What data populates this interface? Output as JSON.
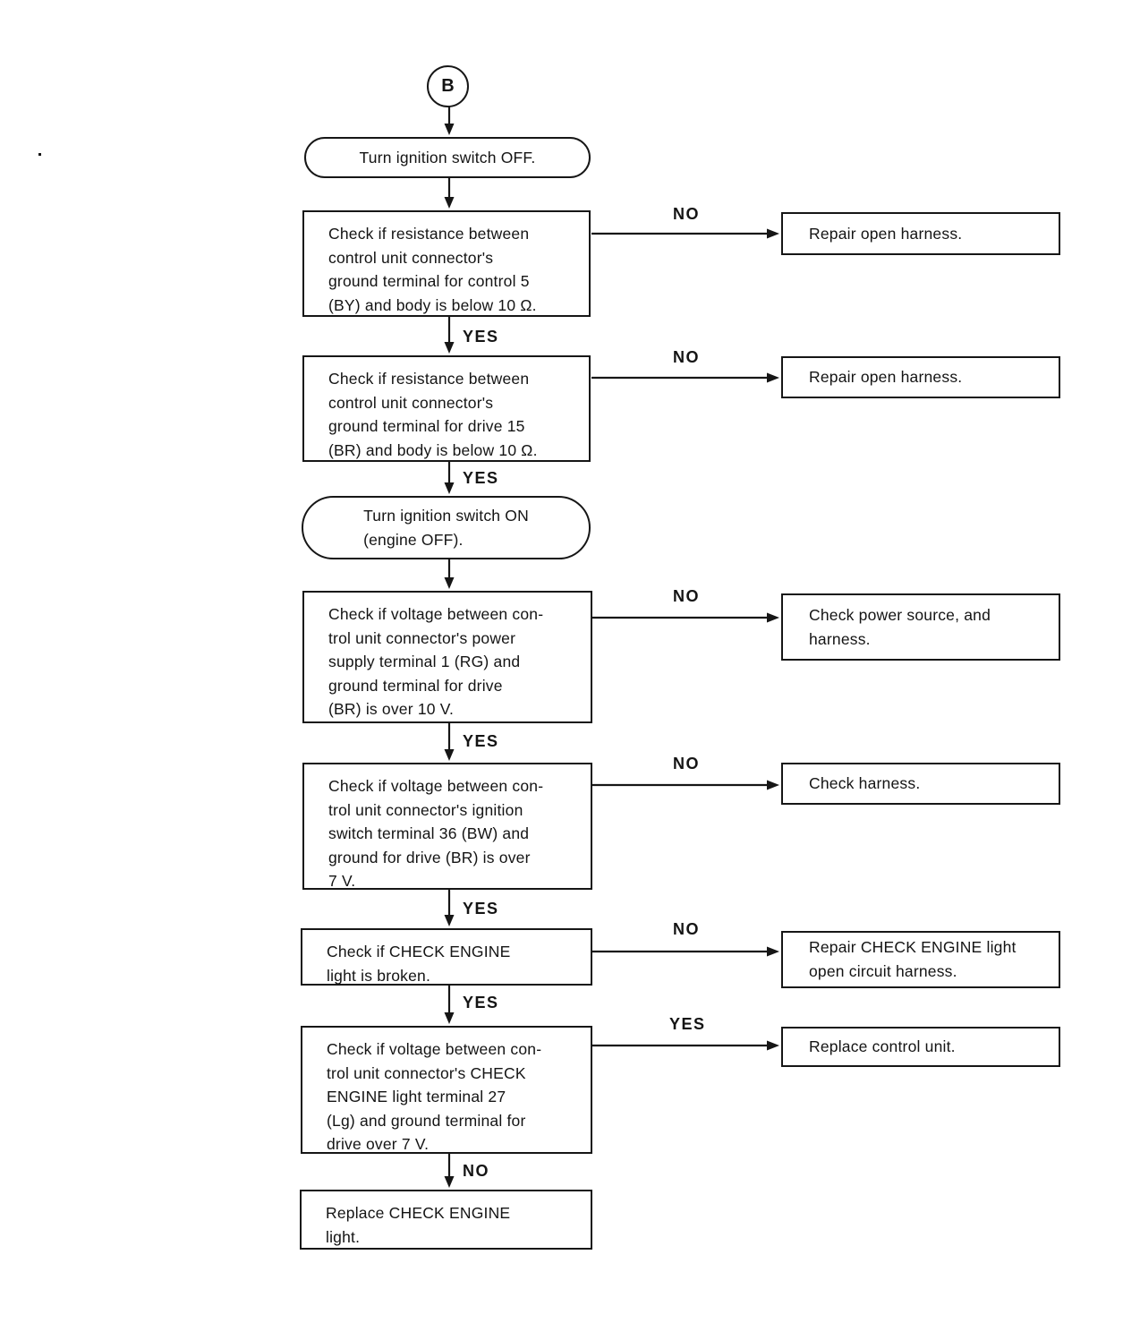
{
  "page": {
    "paper_color": "#ffffff",
    "ink_color": "#161616",
    "description": "Service-manual troubleshooting flowchart for CHECK ENGINE light circuit"
  },
  "edge_labels": {
    "yes": "YES",
    "no": "NO"
  },
  "flowchart": {
    "connector_b": {
      "label": "B"
    },
    "start_off": {
      "text": "Turn ignition switch OFF."
    },
    "check1": {
      "text": "Check if resistance between\ncontrol unit connector's\nground terminal for control 5\n(BY) and body is below 10 Ω."
    },
    "branch1": {
      "text": "Repair open harness."
    },
    "check2": {
      "text": "Check if resistance between\ncontrol unit connector's\nground terminal for drive 15\n(BR) and body is below 10 Ω."
    },
    "branch2": {
      "text": "Repair open harness."
    },
    "start_on": {
      "text": "Turn ignition switch ON\n(engine OFF)."
    },
    "check3": {
      "text": "Check if voltage between con-\ntrol unit connector's power\nsupply terminal 1 (RG) and\nground terminal for drive\n(BR) is over 10 V."
    },
    "branch3": {
      "text": "Check power source, and\nharness."
    },
    "check4": {
      "text": "Check if voltage between con-\ntrol unit connector's ignition\nswitch terminal 36 (BW) and\nground for drive (BR) is over\n7 V."
    },
    "branch4": {
      "text": "Check harness."
    },
    "check5": {
      "text": "Check if CHECK ENGINE\nlight is broken."
    },
    "branch5": {
      "text": "Repair CHECK ENGINE light\nopen circuit harness."
    },
    "check6": {
      "text": "Check if voltage between con-\ntrol unit connector's CHECK\nENGINE light terminal 27\n(Lg) and ground terminal for\ndrive over 7 V."
    },
    "branch6": {
      "text": "Replace control unit."
    },
    "final": {
      "text": "Replace CHECK ENGINE\nlight."
    }
  }
}
